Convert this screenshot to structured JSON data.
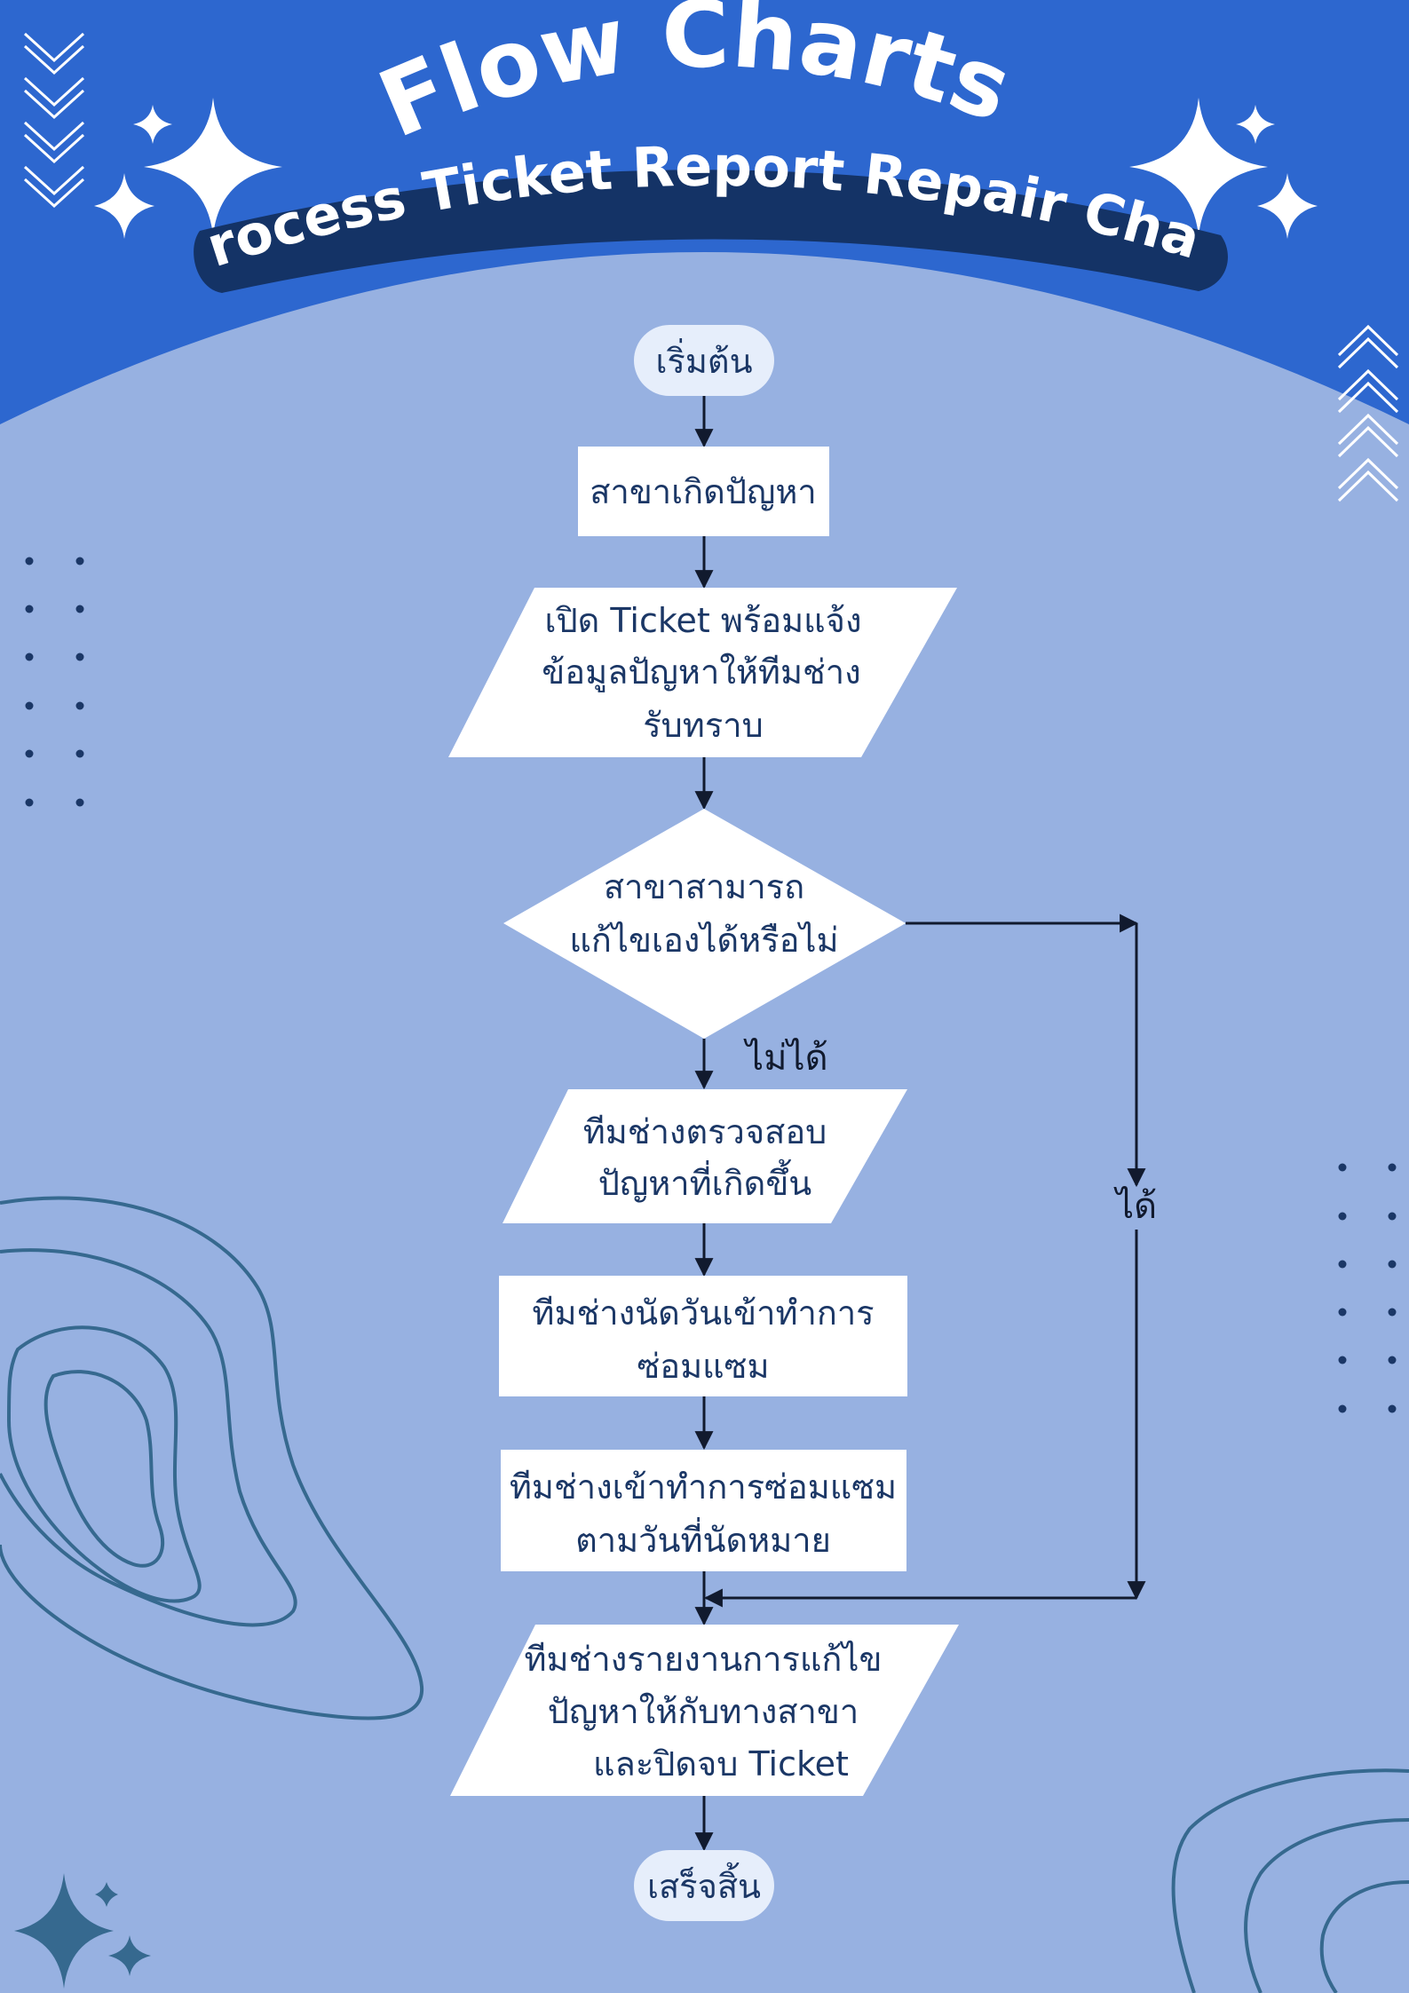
{
  "header": {
    "title": "Flow Charts",
    "subtitle": "Process Ticket Report Repair Chart"
  },
  "colors": {
    "header_blue": "#2d67cf",
    "background": "#97b1e1",
    "banner_navy": "#143366",
    "node_fill": "#ffffff",
    "node_text": "#1b3766",
    "terminal_fill": "#e6eefb",
    "decor_line": "#36698f"
  },
  "flowchart": {
    "nodes": [
      {
        "id": "start",
        "shape": "terminal",
        "lines": [
          "เริ่มต้น"
        ]
      },
      {
        "id": "problem",
        "shape": "process",
        "lines": [
          "สาขาเกิดปัญหา"
        ]
      },
      {
        "id": "open_ticket",
        "shape": "io",
        "lines": [
          "เปิด Ticket พร้อมแจ้ง",
          "ข้อมูลปัญหาให้ทีมช่าง",
          "รับทราบ"
        ]
      },
      {
        "id": "decision",
        "shape": "decision",
        "lines": [
          "สาขาสามารถ",
          "แก้ไขเองได้หรือไม่"
        ]
      },
      {
        "id": "inspect",
        "shape": "io",
        "lines": [
          "ทีมช่างตรวจสอบ",
          "ปัญหาที่เกิดขึ้น"
        ]
      },
      {
        "id": "schedule",
        "shape": "process",
        "lines": [
          "ทีมช่างนัดวันเข้าทำการ",
          "ซ่อมแซม"
        ]
      },
      {
        "id": "repair",
        "shape": "process",
        "lines": [
          "ทีมช่างเข้าทำการซ่อมแซม",
          "ตามวันที่นัดหมาย"
        ]
      },
      {
        "id": "report",
        "shape": "io",
        "lines": [
          "ทีมช่างรายงานการแก้ไข",
          "ปัญหาให้กับทางสาขา",
          "และปิดจบ Ticket"
        ]
      },
      {
        "id": "end",
        "shape": "terminal",
        "lines": [
          "เสร็จสิ้น"
        ]
      }
    ],
    "edges": [
      {
        "from": "start",
        "to": "problem",
        "label": ""
      },
      {
        "from": "problem",
        "to": "open_ticket",
        "label": ""
      },
      {
        "from": "open_ticket",
        "to": "decision",
        "label": ""
      },
      {
        "from": "decision",
        "to": "inspect",
        "label": "ไม่ได้"
      },
      {
        "from": "inspect",
        "to": "schedule",
        "label": ""
      },
      {
        "from": "schedule",
        "to": "repair",
        "label": ""
      },
      {
        "from": "repair",
        "to": "report",
        "label": ""
      },
      {
        "from": "decision",
        "to": "report",
        "label": "ได้"
      },
      {
        "from": "report",
        "to": "end",
        "label": ""
      }
    ]
  }
}
